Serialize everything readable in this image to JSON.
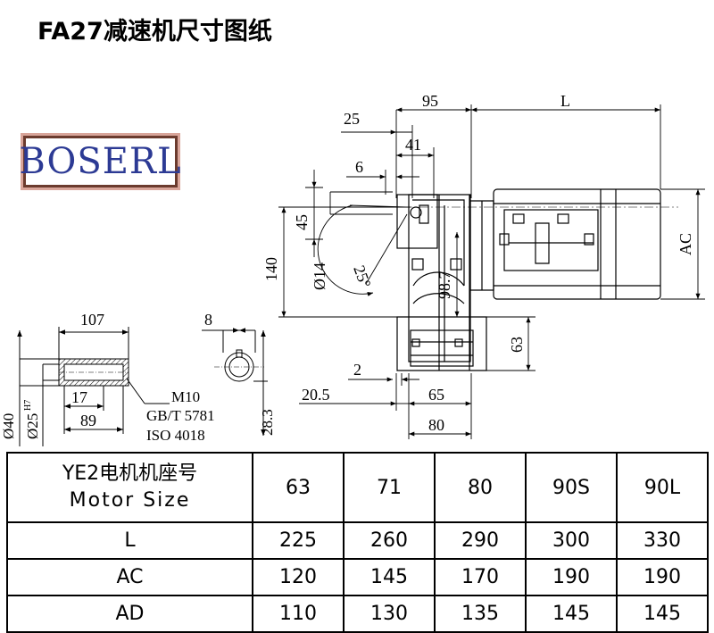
{
  "title": "FA27减速机尺寸图纸",
  "logo": {
    "text": "BOSERL"
  },
  "drawing": {
    "labels": {
      "d95": "95",
      "dL": "L",
      "d25": "25",
      "d41": "41",
      "d6": "6",
      "d45": "45",
      "d140": "140",
      "d14": "Ø14",
      "d25deg": "25°",
      "d98_7": "98.7",
      "dAC": "AC",
      "d63": "63",
      "d2": "2",
      "d20_5": "20.5",
      "d65": "65",
      "d80": "80",
      "d107": "107",
      "d8": "8",
      "dM10": "M10",
      "dGB": "GB/T 5781",
      "dISO": "ISO 4018",
      "d17": "17",
      "d89": "89",
      "d40": "Ø40",
      "d25h7": "Ø25",
      "h7": "H7",
      "d28_3": "28.3"
    }
  },
  "table": {
    "header_cn": "YE2电机机座号",
    "header_en": "Motor Size",
    "sizes": [
      "63",
      "71",
      "80",
      "90S",
      "90L"
    ],
    "rows": [
      {
        "label": "L",
        "values": [
          "225",
          "260",
          "290",
          "300",
          "330"
        ]
      },
      {
        "label": "AC",
        "values": [
          "120",
          "145",
          "170",
          "190",
          "190"
        ]
      },
      {
        "label": "AD",
        "values": [
          "110",
          "130",
          "135",
          "145",
          "145"
        ]
      }
    ]
  }
}
